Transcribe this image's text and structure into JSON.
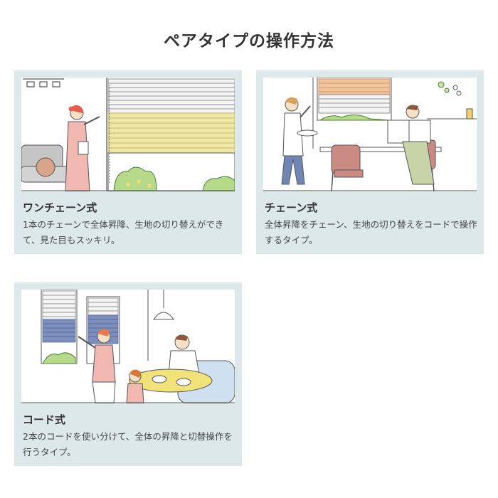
{
  "page": {
    "title": "ペアタイプの操作方法"
  },
  "cards": [
    {
      "title": "ワンチェーン式",
      "description": "1本のチェーンで全体昇降、生地の切り替えができて、見た目もスッキリ。"
    },
    {
      "title": "チェーン式",
      "description": "全体昇降をチェーン、生地の切り替えをコードで操作するタイプ。"
    },
    {
      "title": "コード式",
      "description": "2本のコードを使い分けて、全体の昇降と切替操作を行うタイプ。"
    }
  ],
  "colors": {
    "card_background": "#dde8ea",
    "blind_yellow": "#efe7a6",
    "blind_orange": "#f2c49b",
    "blind_blue": "#7e8fbd",
    "chair_red": "#c98b83",
    "apron_pink": "#f0b8b0"
  }
}
